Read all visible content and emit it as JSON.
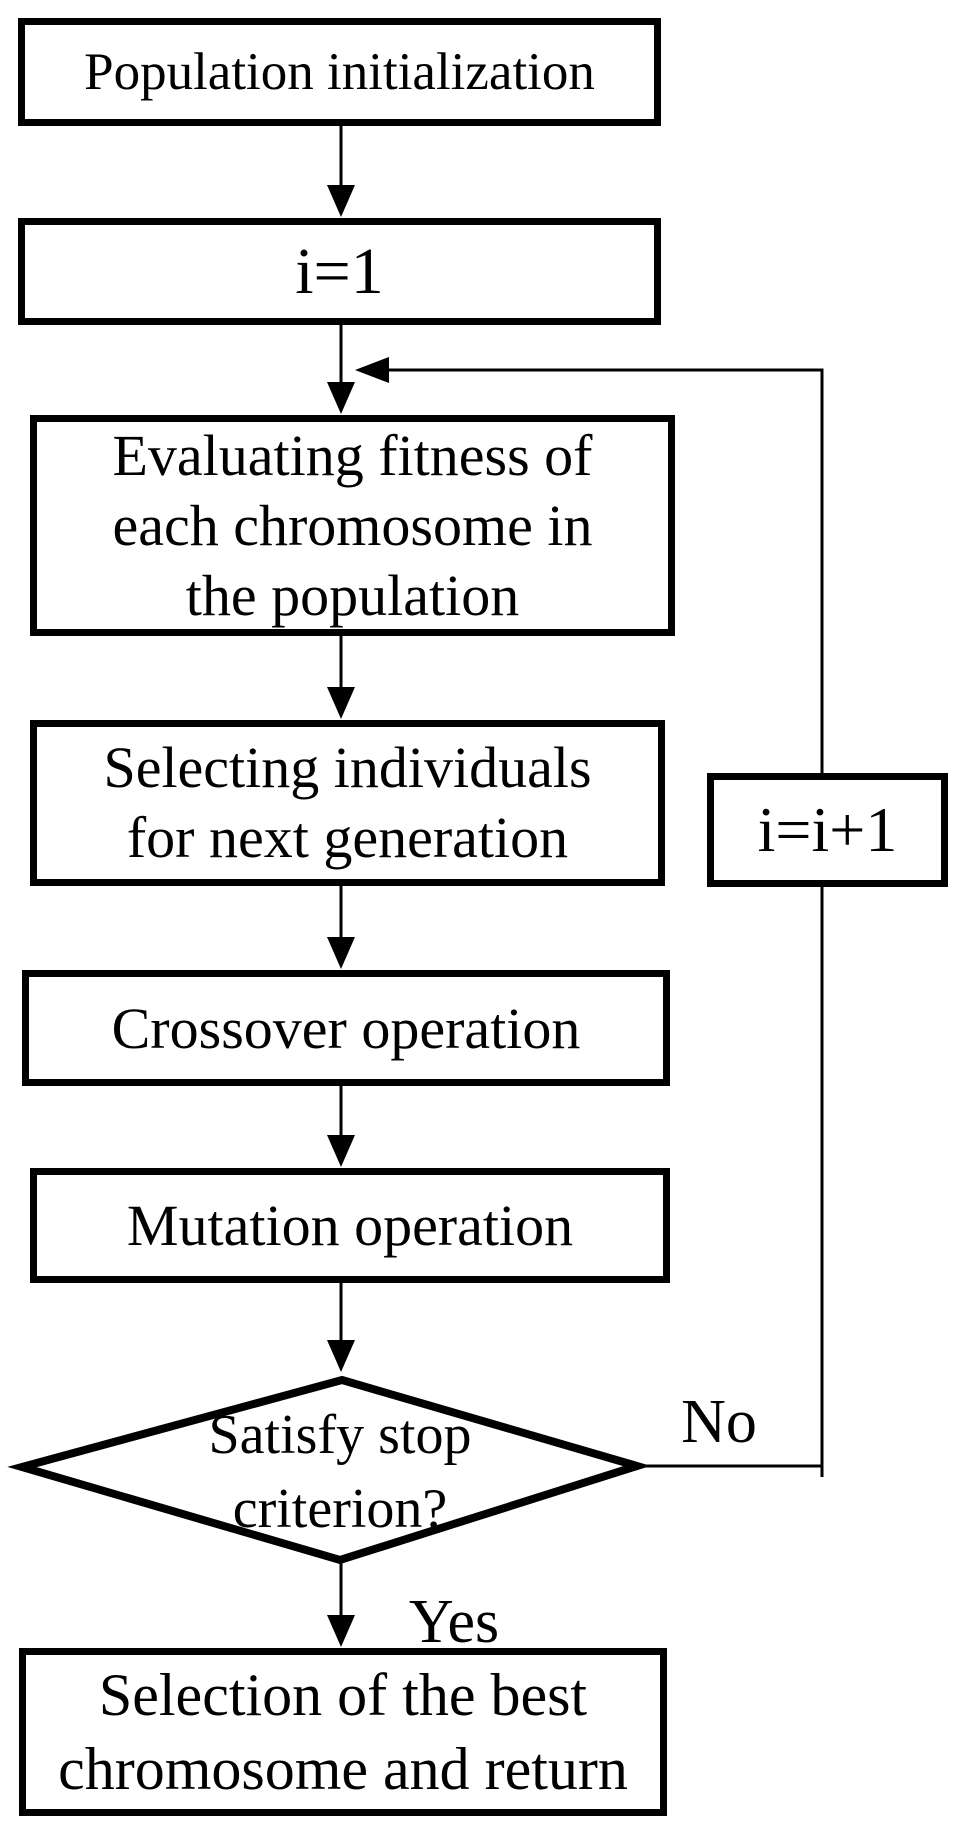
{
  "flowchart": {
    "background": "#ffffff",
    "stroke_color": "#000000",
    "text_color": "#000000",
    "nodes": [
      {
        "id": "population-initialization",
        "type": "process",
        "label": "Population initialization",
        "lines": [
          "Population initialization"
        ]
      },
      {
        "id": "set-i",
        "type": "process",
        "label": "i=1",
        "lines": [
          "i=1"
        ]
      },
      {
        "id": "evaluate-fitness",
        "type": "process",
        "label": "Evaluating fitness of each chromosome in the population",
        "lines": [
          "Evaluating fitness of",
          "each chromosome in",
          "the population"
        ]
      },
      {
        "id": "select-individuals",
        "type": "process",
        "label": "Selecting individuals for next generation",
        "lines": [
          "Selecting individuals",
          "for next generation"
        ]
      },
      {
        "id": "crossover",
        "type": "process",
        "label": "Crossover operation",
        "lines": [
          "Crossover operation"
        ]
      },
      {
        "id": "mutation",
        "type": "process",
        "label": "Mutation operation",
        "lines": [
          "Mutation operation"
        ]
      },
      {
        "id": "stop-criterion",
        "type": "decision",
        "label": "Satisfy stop criterion?",
        "lines": [
          "Satisfy stop",
          "criterion?"
        ]
      },
      {
        "id": "increment-i",
        "type": "process",
        "label": "i=i+1",
        "lines": [
          "i=i+1"
        ]
      },
      {
        "id": "select-best",
        "type": "process",
        "label": "Selection of the best chromosome and return",
        "lines": [
          "Selection of the best",
          "chromosome and return"
        ]
      }
    ],
    "edge_labels": [
      {
        "id": "no",
        "text": "No"
      },
      {
        "id": "yes",
        "text": "Yes"
      }
    ]
  }
}
